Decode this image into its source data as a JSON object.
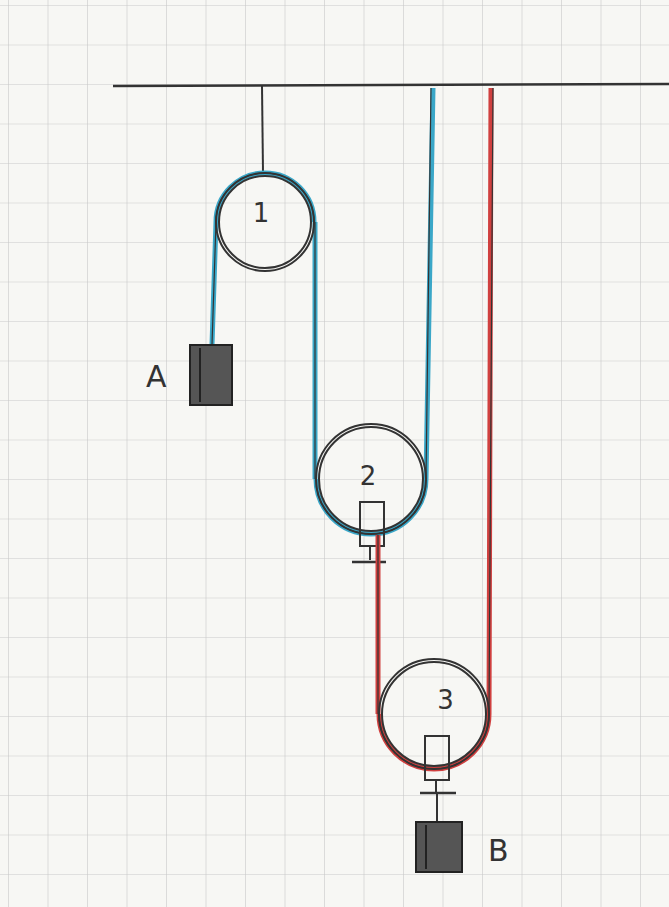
{
  "diagram": {
    "nodes": [
      {
        "text": [
          "1"
        ]
      },
      {
        "text": [
          "2"
        ]
      },
      {
        "text": [
          "3"
        ]
      }
    ],
    "edges": [
      {
        "from": 0,
        "to": 1,
        "arrow": "none"
      },
      {
        "from": 1,
        "to": 2,
        "arrow": "none"
      }
    ],
    "labels": [
      "A",
      "B"
    ]
  }
}
